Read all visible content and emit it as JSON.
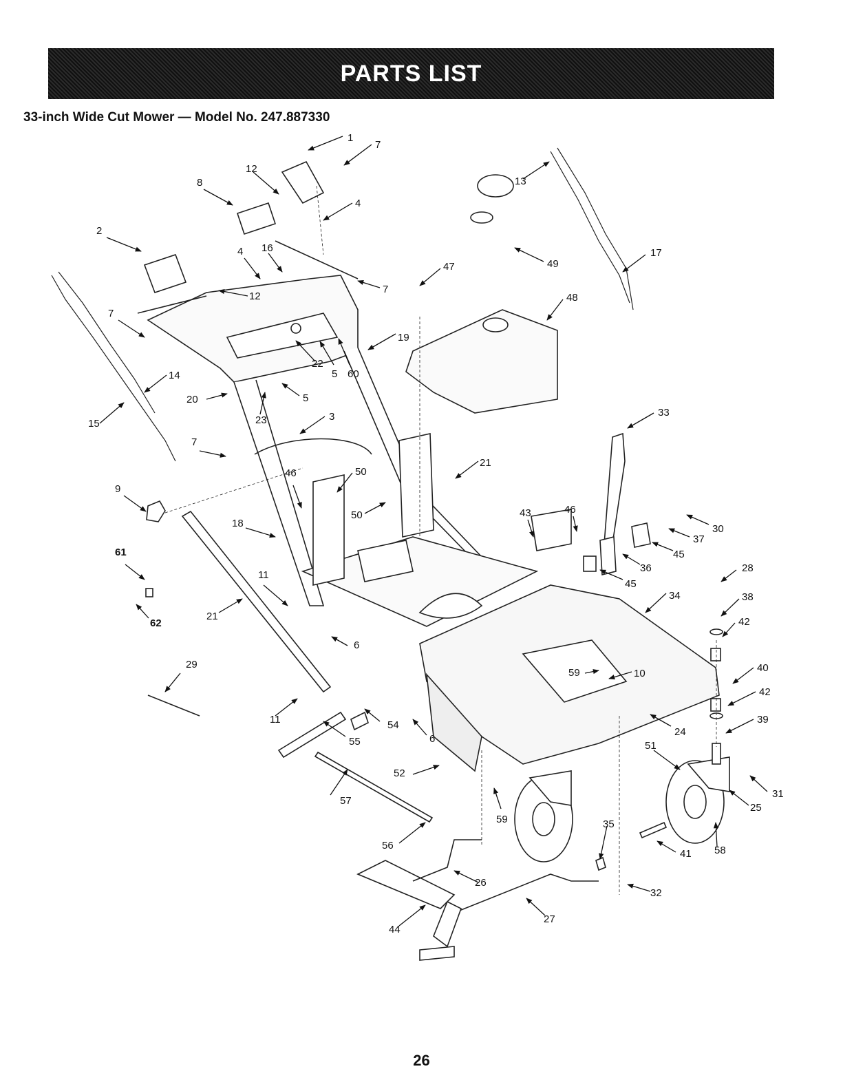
{
  "header": {
    "title": "PARTS LIST"
  },
  "subtitle": "33-inch Wide Cut Mower — Model No. 247.887330",
  "footer": {
    "page_number": "26"
  },
  "colors": {
    "banner": "#262626",
    "text": "#111111",
    "line": "#222222"
  },
  "callouts": [
    {
      "id": "c1",
      "text": "1"
    },
    {
      "id": "c7a",
      "text": "7"
    },
    {
      "id": "c12a",
      "text": "12"
    },
    {
      "id": "c8",
      "text": "8"
    },
    {
      "id": "c4a",
      "text": "4"
    },
    {
      "id": "c2",
      "text": "2"
    },
    {
      "id": "c16",
      "text": "16"
    },
    {
      "id": "c4b",
      "text": "4"
    },
    {
      "id": "c12b",
      "text": "12"
    },
    {
      "id": "c7b",
      "text": "7"
    },
    {
      "id": "c7c",
      "text": "7"
    },
    {
      "id": "c14",
      "text": "14"
    },
    {
      "id": "c15",
      "text": "15"
    },
    {
      "id": "c20",
      "text": "20"
    },
    {
      "id": "c23",
      "text": "23"
    },
    {
      "id": "c5a",
      "text": "5"
    },
    {
      "id": "c22",
      "text": "22"
    },
    {
      "id": "c5b",
      "text": "5"
    },
    {
      "id": "c60",
      "text": "60"
    },
    {
      "id": "c19",
      "text": "19"
    },
    {
      "id": "c7d",
      "text": "7"
    },
    {
      "id": "c3",
      "text": "3"
    },
    {
      "id": "c47",
      "text": "47"
    },
    {
      "id": "c49",
      "text": "49"
    },
    {
      "id": "c48",
      "text": "48"
    },
    {
      "id": "c13",
      "text": "13"
    },
    {
      "id": "c17",
      "text": "17"
    },
    {
      "id": "c9",
      "text": "9"
    },
    {
      "id": "c18",
      "text": "18"
    },
    {
      "id": "c46a",
      "text": "46"
    },
    {
      "id": "c50a",
      "text": "50"
    },
    {
      "id": "c50b",
      "text": "50"
    },
    {
      "id": "c21a",
      "text": "21"
    },
    {
      "id": "c33",
      "text": "33"
    },
    {
      "id": "c43",
      "text": "43"
    },
    {
      "id": "c46b",
      "text": "46"
    },
    {
      "id": "c30",
      "text": "30"
    },
    {
      "id": "c37",
      "text": "37"
    },
    {
      "id": "c45a",
      "text": "45"
    },
    {
      "id": "c36",
      "text": "36"
    },
    {
      "id": "c45b",
      "text": "45"
    },
    {
      "id": "c28",
      "text": "28"
    },
    {
      "id": "c61",
      "text": "61",
      "bold": true
    },
    {
      "id": "c62",
      "text": "62",
      "bold": true
    },
    {
      "id": "c11a",
      "text": "11"
    },
    {
      "id": "c21b",
      "text": "21"
    },
    {
      "id": "c34",
      "text": "34"
    },
    {
      "id": "c38",
      "text": "38"
    },
    {
      "id": "c42a",
      "text": "42"
    },
    {
      "id": "c6a",
      "text": "6"
    },
    {
      "id": "c29",
      "text": "29"
    },
    {
      "id": "c59a",
      "text": "59"
    },
    {
      "id": "c10",
      "text": "10"
    },
    {
      "id": "c40",
      "text": "40"
    },
    {
      "id": "c42b",
      "text": "42"
    },
    {
      "id": "c11b",
      "text": "11"
    },
    {
      "id": "c54",
      "text": "54"
    },
    {
      "id": "c6b",
      "text": "6"
    },
    {
      "id": "c55",
      "text": "55"
    },
    {
      "id": "c24",
      "text": "24"
    },
    {
      "id": "c39",
      "text": "39"
    },
    {
      "id": "c51",
      "text": "51"
    },
    {
      "id": "c52",
      "text": "52"
    },
    {
      "id": "c31",
      "text": "31"
    },
    {
      "id": "c25",
      "text": "25"
    },
    {
      "id": "c57",
      "text": "57"
    },
    {
      "id": "c59b",
      "text": "59"
    },
    {
      "id": "c35",
      "text": "35"
    },
    {
      "id": "c58",
      "text": "58"
    },
    {
      "id": "c41",
      "text": "41"
    },
    {
      "id": "c56",
      "text": "56"
    },
    {
      "id": "c26",
      "text": "26"
    },
    {
      "id": "c32",
      "text": "32"
    },
    {
      "id": "c27",
      "text": "27"
    },
    {
      "id": "c44",
      "text": "44"
    }
  ]
}
